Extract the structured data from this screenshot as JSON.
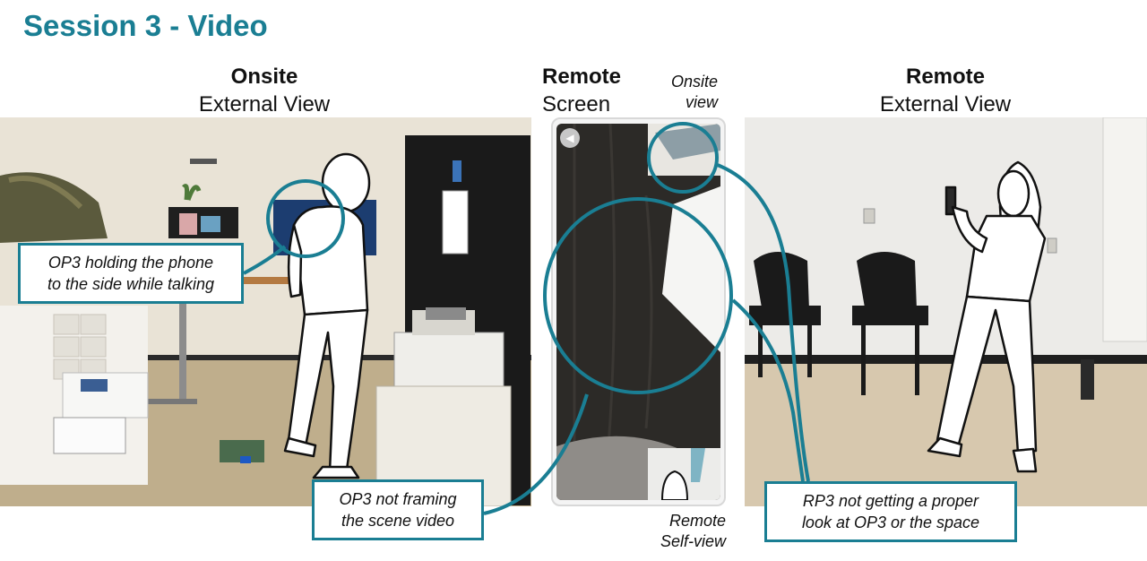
{
  "title": "Session 3 - Video",
  "columns": {
    "onsite": {
      "bold": "Onsite",
      "regular": "External View"
    },
    "remote_screen": {
      "bold": "Remote",
      "regular": "Screen"
    },
    "remote": {
      "bold": "Remote",
      "regular": "External View"
    }
  },
  "labels": {
    "onsite_view": [
      "Onsite",
      "view"
    ],
    "self_view": [
      "Remote",
      "Self-view"
    ]
  },
  "callouts": {
    "holding": [
      "OP3 holding the phone",
      "to the side while talking"
    ],
    "framing": [
      "OP3 not framing",
      "the scene video"
    ],
    "look": [
      "RP3 not getting a proper",
      "look at OP3 or the space"
    ]
  },
  "colors": {
    "accent": "#1a7e93"
  },
  "icons": {
    "back": "back-arrow-icon"
  }
}
